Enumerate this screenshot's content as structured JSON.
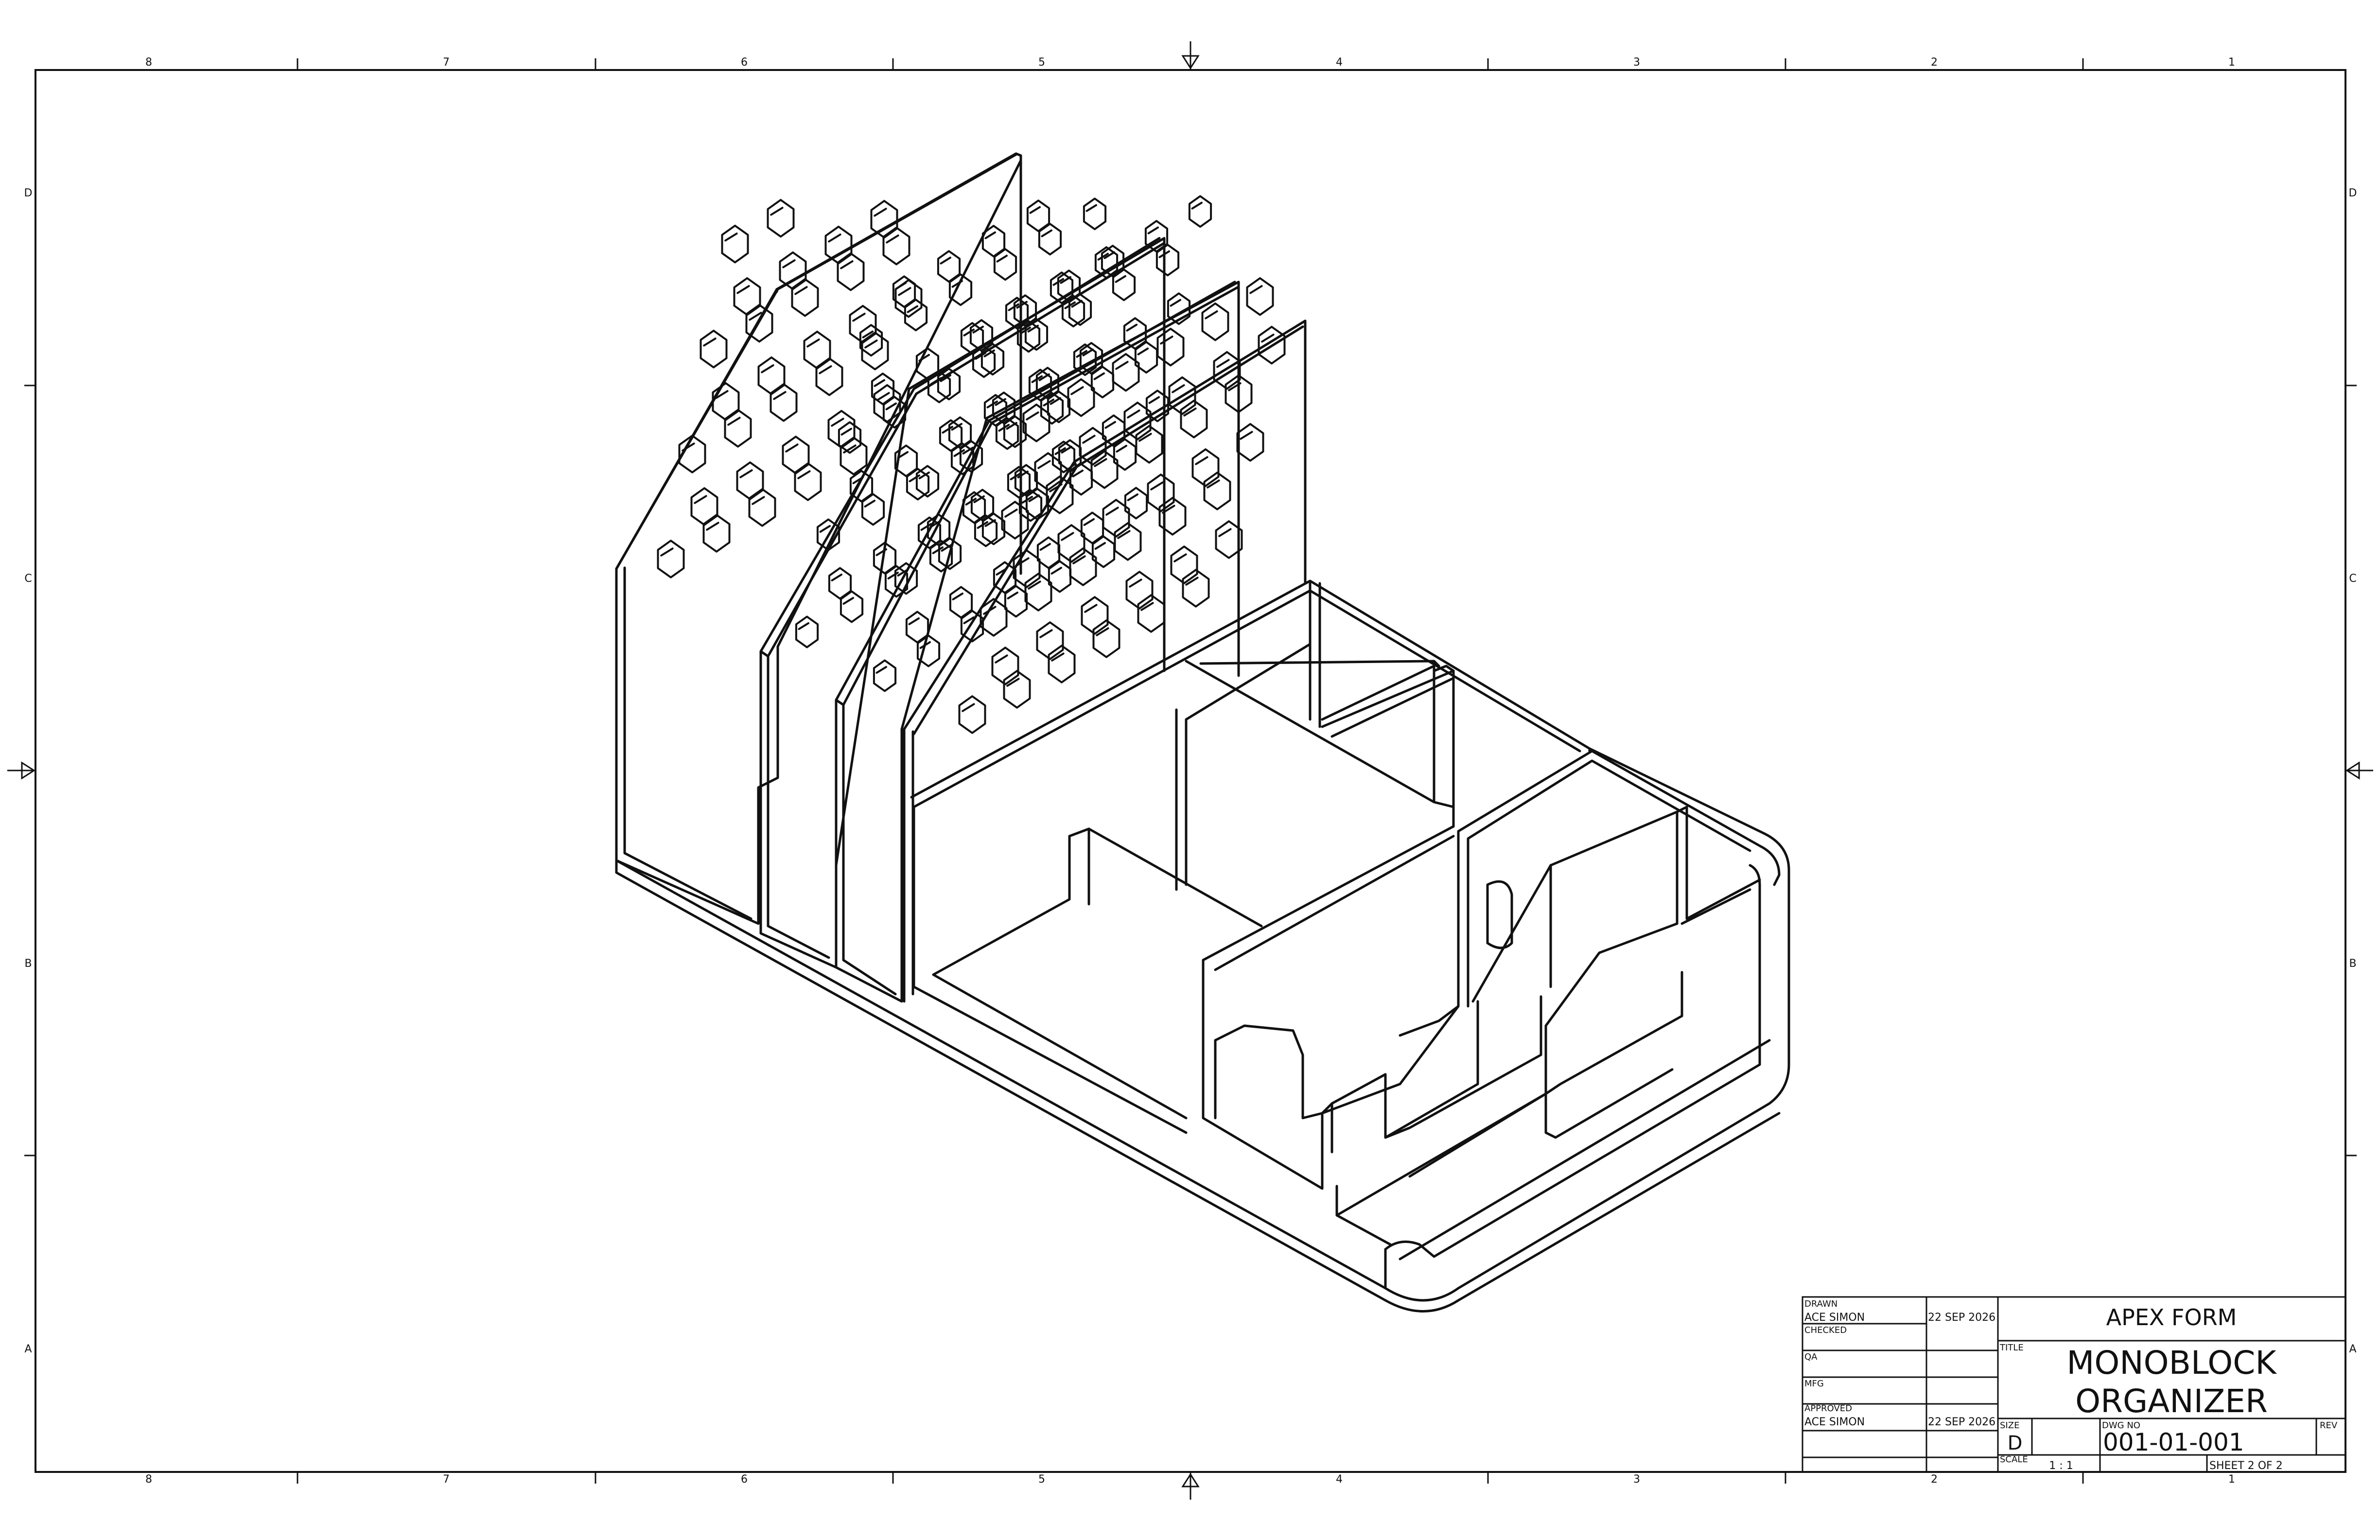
{
  "sheet": {
    "columns": [
      "8",
      "7",
      "6",
      "5",
      "4",
      "3",
      "2",
      "1"
    ],
    "rows": [
      "D",
      "C",
      "B",
      "A"
    ]
  },
  "title_block": {
    "drawn_label": "DRAWN",
    "drawn_by": "ACE SIMON",
    "drawn_date": "22 SEP 2026",
    "checked_label": "CHECKED",
    "qa_label": "QA",
    "mfg_label": "MFG",
    "approved_label": "APPROVED",
    "approved_by": "ACE SIMON",
    "approved_date": "22 SEP 2026",
    "company": "APEX FORM",
    "title_label": "TITLE",
    "title_line1": "MONOBLOCK",
    "title_line2": "ORGANIZER",
    "size_label": "SIZE",
    "size": "D",
    "dwg_no_label": "DWG NO",
    "dwg_no": "001-01-001",
    "rev_label": "REV",
    "scale_label": "SCALE",
    "scale": "1 : 1",
    "sheet_text": "SHEET 2 OF 2"
  }
}
